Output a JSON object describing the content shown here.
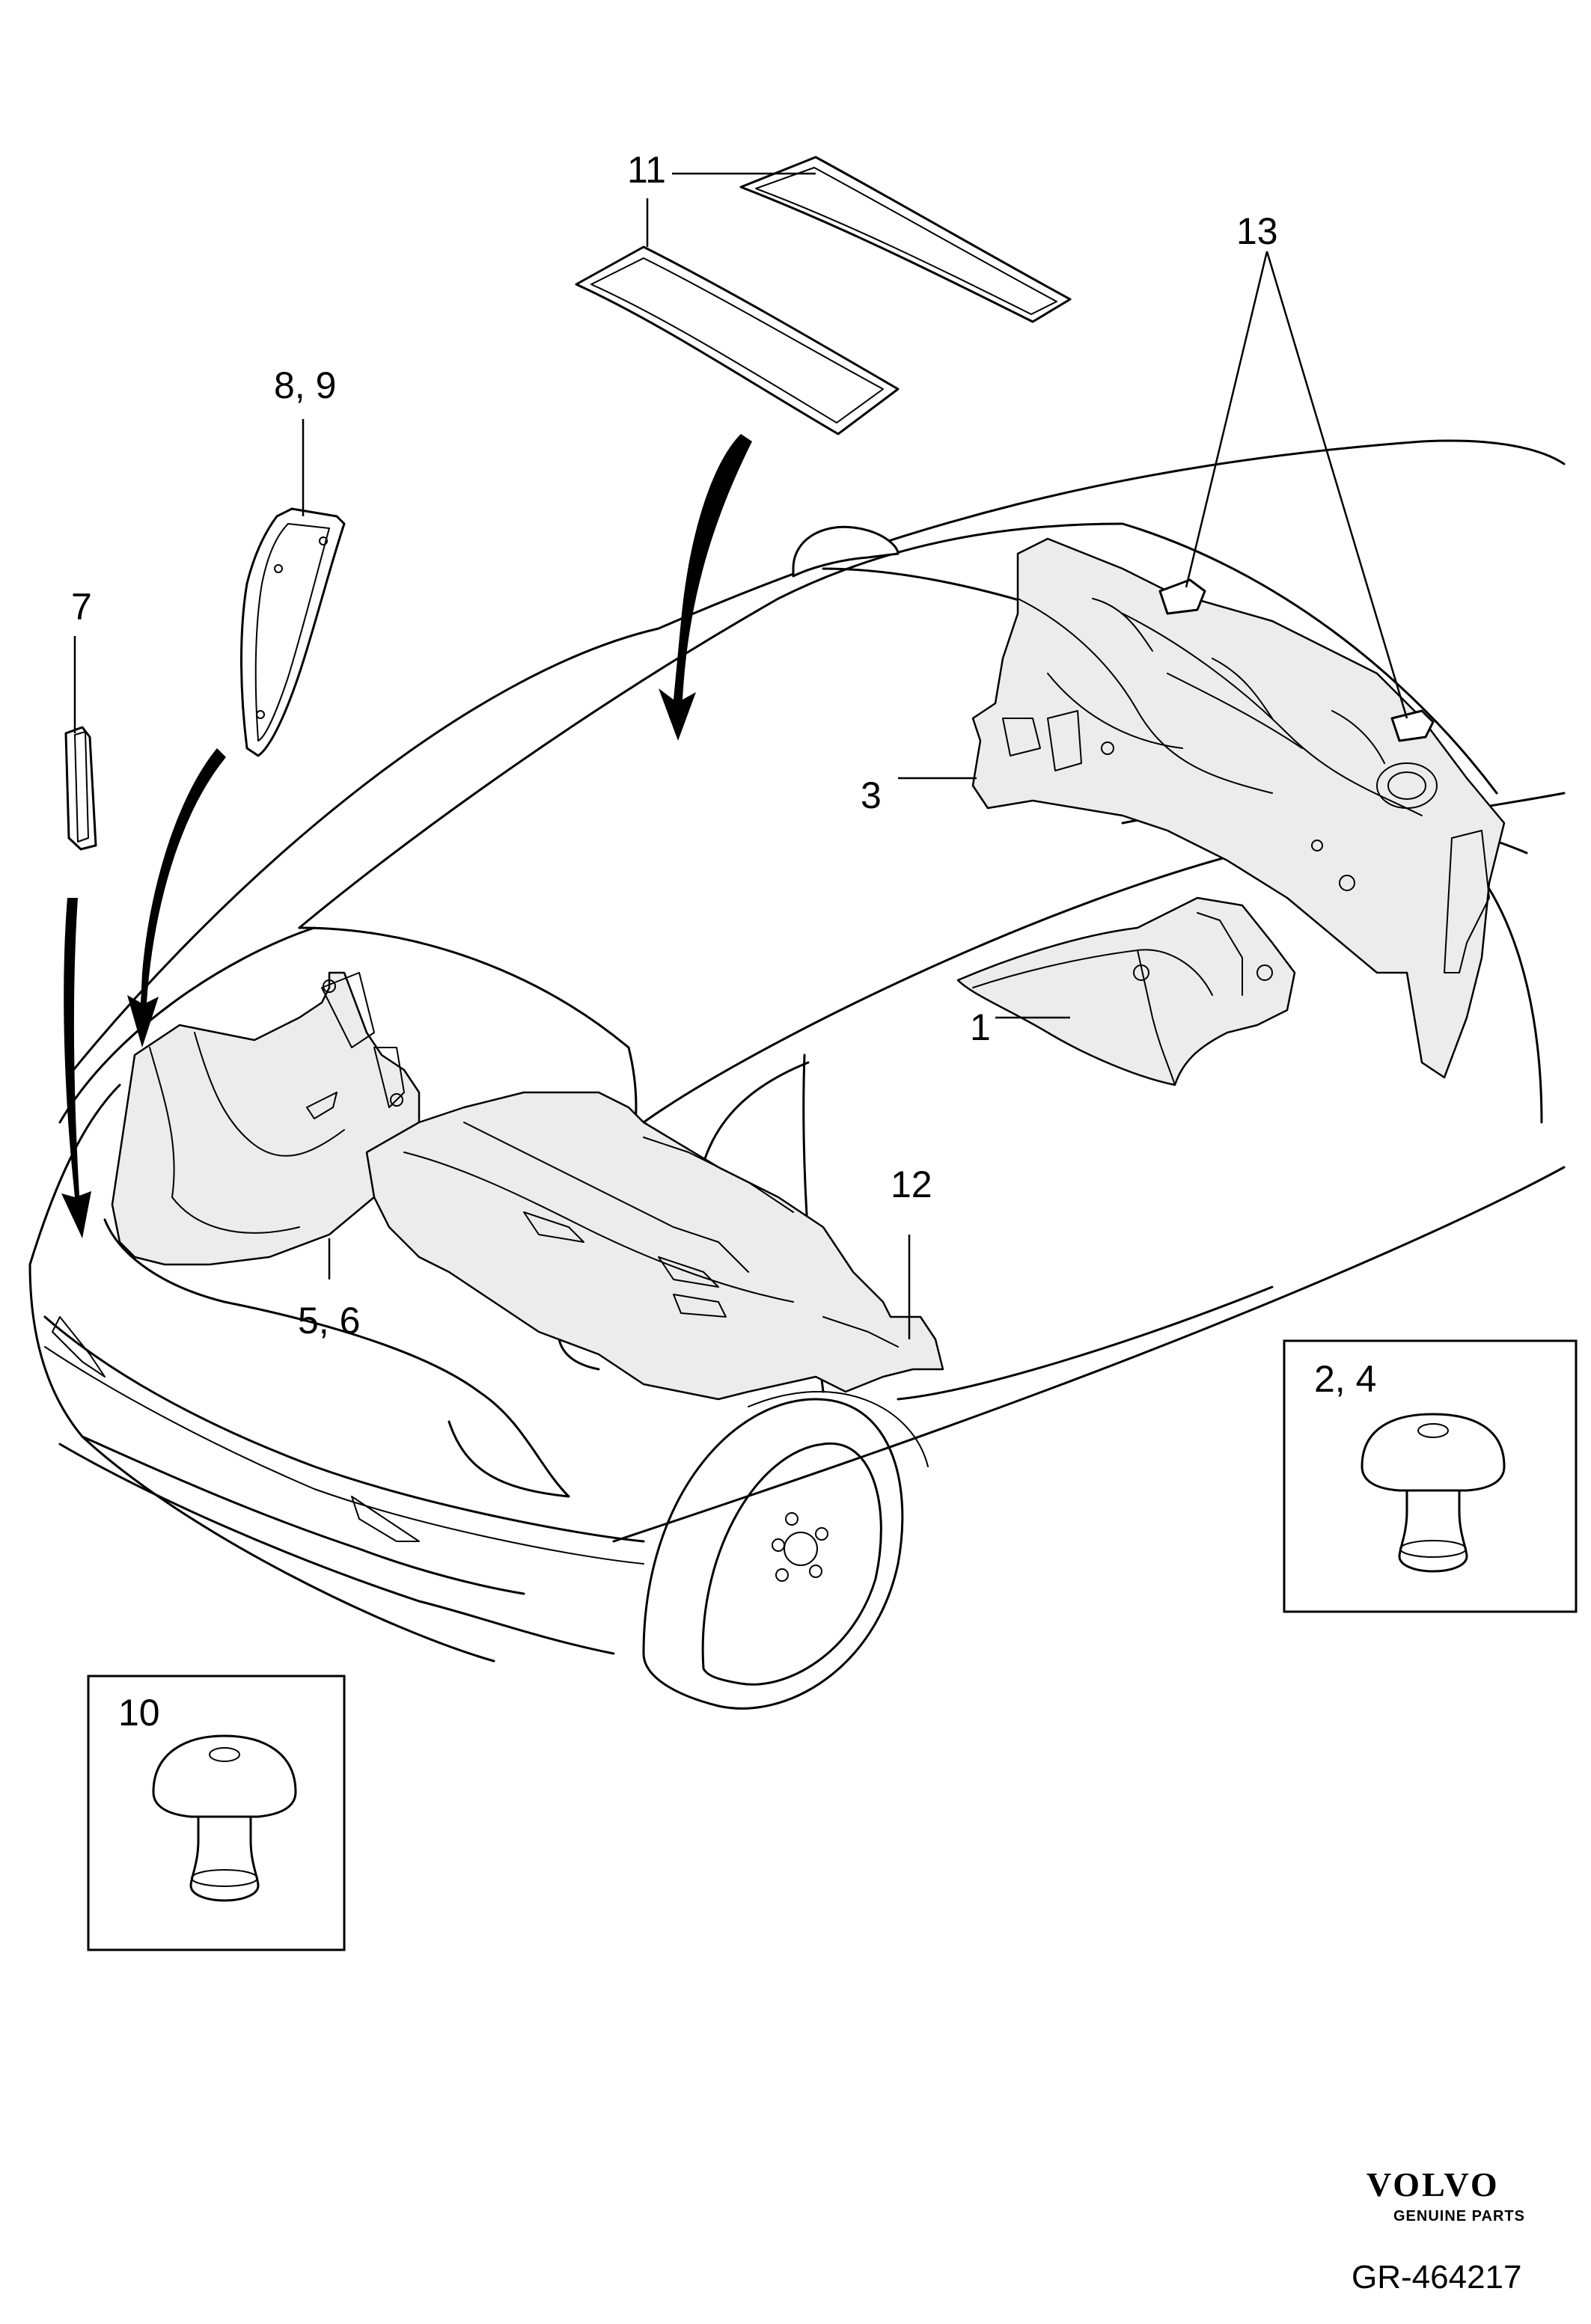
{
  "callouts": {
    "c1": "1",
    "c3": "3",
    "c7": "7",
    "c8_9": "8, 9",
    "c5_6": "5, 6",
    "c11": "11",
    "c12": "12",
    "c13": "13"
  },
  "insets": {
    "inset_2_4": {
      "label": "2, 4",
      "icon": "push-rivet-icon"
    },
    "inset_10": {
      "label": "10",
      "icon": "push-rivet-icon"
    }
  },
  "footer": {
    "brand": "VOLVO",
    "brand_sub": "GENUINE PARTS",
    "reference": "GR-464217"
  }
}
